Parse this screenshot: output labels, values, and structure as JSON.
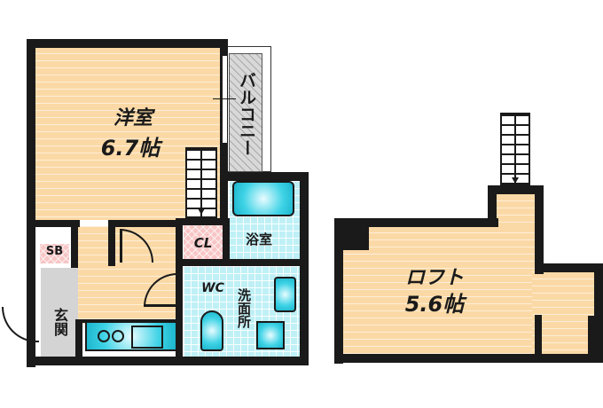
{
  "floor_plan": {
    "main_floor": {
      "rooms": [
        {
          "id": "western_room",
          "name": "洋室",
          "size": "6.7帖"
        },
        {
          "id": "balcony",
          "name": "バルコニー"
        },
        {
          "id": "closet",
          "name": "CL"
        },
        {
          "id": "bathroom",
          "name": "浴室"
        },
        {
          "id": "washroom",
          "name": "洗面所"
        },
        {
          "id": "toilet",
          "name": "WC"
        },
        {
          "id": "shoe_box",
          "name": "SB"
        },
        {
          "id": "entrance",
          "name": "玄関"
        }
      ]
    },
    "loft": {
      "name": "ロフト",
      "size": "5.6帖"
    },
    "colors": {
      "floor": "#fbd9a6",
      "tile": "#bff0f6",
      "closet": "#f8c6c6",
      "fixture": "#3fd3e6",
      "wall": "#1a1a1a",
      "balcony": "#d8d8d8",
      "entrance": "#d4d4d4"
    }
  }
}
